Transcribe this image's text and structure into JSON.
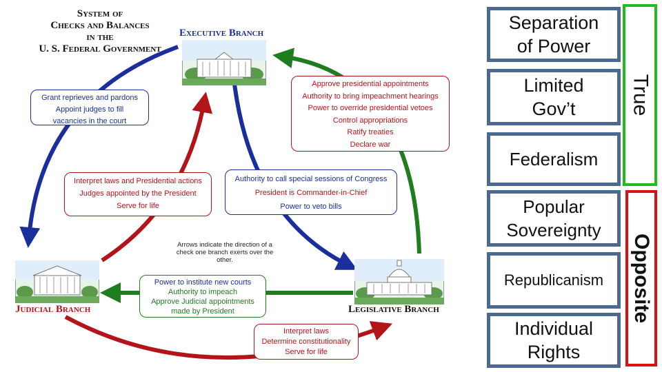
{
  "diagram": {
    "title_lines": [
      "System of",
      "Checks and Balances",
      "in the",
      "U. S. Federal Government"
    ],
    "executive_label": "Executive Branch",
    "judicial_label": "Judicial Branch",
    "legislative_label": "Legislative Branch",
    "note_text": "Arrows indicate the direction of a check one branch exerts over the other.",
    "boxes": {
      "exec_on_judicial": [
        "Grant reprieves and pardons",
        "Appoint judges to fill",
        "vacancies in the court"
      ],
      "legis_on_exec": [
        "Approve presidential appointments",
        "Authority to bring impeachment hearings",
        "Power to override presidential vetoes",
        "Control appropriations",
        "Ratify treaties",
        "Declare war"
      ],
      "judicial_on_exec": [
        "Interpret laws and Presidential actions",
        "Judges appointed by the President",
        "Serve for life"
      ],
      "exec_on_legis": [
        "Authority to call special sessions of Congress",
        "President is Commander-in-Chief",
        "Power to veto bills"
      ],
      "legis_on_judicial": [
        "Power to institute new courts",
        "Authority to impeach",
        "Approve Judicial appointments",
        "made by President"
      ],
      "judicial_on_legis": [
        "Interpret laws",
        "Determine constitutionality",
        "Serve for life"
      ]
    }
  },
  "concepts": [
    {
      "lines": [
        "Separation",
        "of Power"
      ]
    },
    {
      "lines": [
        "Limited",
        "Gov’t"
      ]
    },
    {
      "lines": [
        "Federalism"
      ]
    },
    {
      "lines": [
        "Popular",
        "Sovereignty"
      ]
    },
    {
      "lines": [
        "Republicanism"
      ]
    },
    {
      "lines": [
        "Individual",
        "Rights"
      ]
    }
  ],
  "labels": {
    "true_label": "True",
    "opposite_label": "Opposite"
  },
  "colors": {
    "executive_blue": "#1a2f9c",
    "judicial_red": "#b3141a",
    "legislative_green": "#1e7d1e",
    "concept_border": "#4a6b8f",
    "true_green": "#22bb22",
    "opposite_red": "#dd1111"
  }
}
